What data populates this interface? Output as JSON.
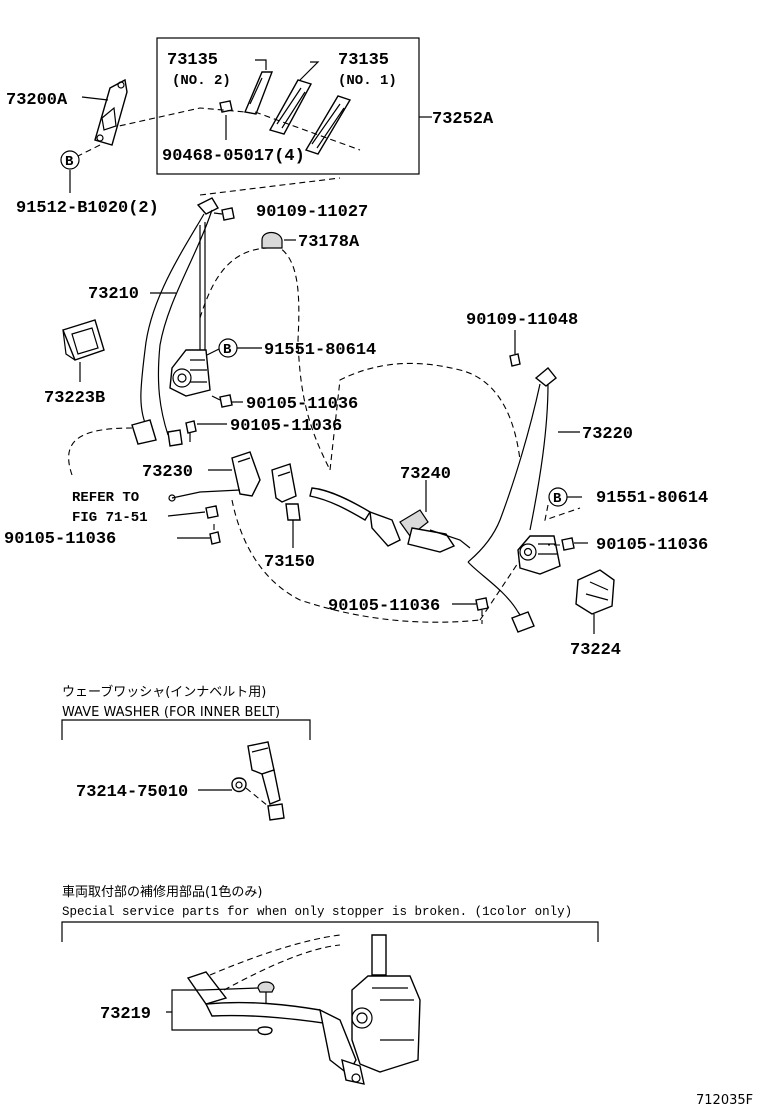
{
  "labels": {
    "p73135_a": "73135",
    "no2": "(NO. 2)",
    "p73135_b": "73135",
    "no1": "(NO. 1)",
    "p90468": "90468-05017(4)",
    "p73252A": "73252A",
    "p73200A": "73200A",
    "b_marker": "B",
    "p91512": "91512-B1020(2)",
    "p90109_27": "90109-11027",
    "p73178A": "73178A",
    "p73210": "73210",
    "p91551_l": "91551-80614",
    "p73223B": "73223B",
    "p90105_l1": "90105-11036",
    "p90105_l2": "90105-11036",
    "p90109_48": "90109-11048",
    "p73220": "73220",
    "p91551_r": "91551-80614",
    "p73230": "73230",
    "p73240": "73240",
    "refer": "REFER TO",
    "fig": "FIG 71-51",
    "p90105_l3": "90105-11036",
    "p90105_r1": "90105-11036",
    "p73150": "73150",
    "p90105_c": "90105-11036",
    "p73224": "73224",
    "p73214": "73214-75010",
    "p73219": "73219",
    "drawing_no": "712035F"
  },
  "notes": {
    "wave_jp": "ウェーブワッシャ(インナベルト用)",
    "wave_en": "WAVE WASHER (FOR INNER BELT)",
    "service_jp": "車両取付部の補修用部品(1色のみ)",
    "service_en": "Special service parts for when only stopper is broken. (1color only)"
  }
}
